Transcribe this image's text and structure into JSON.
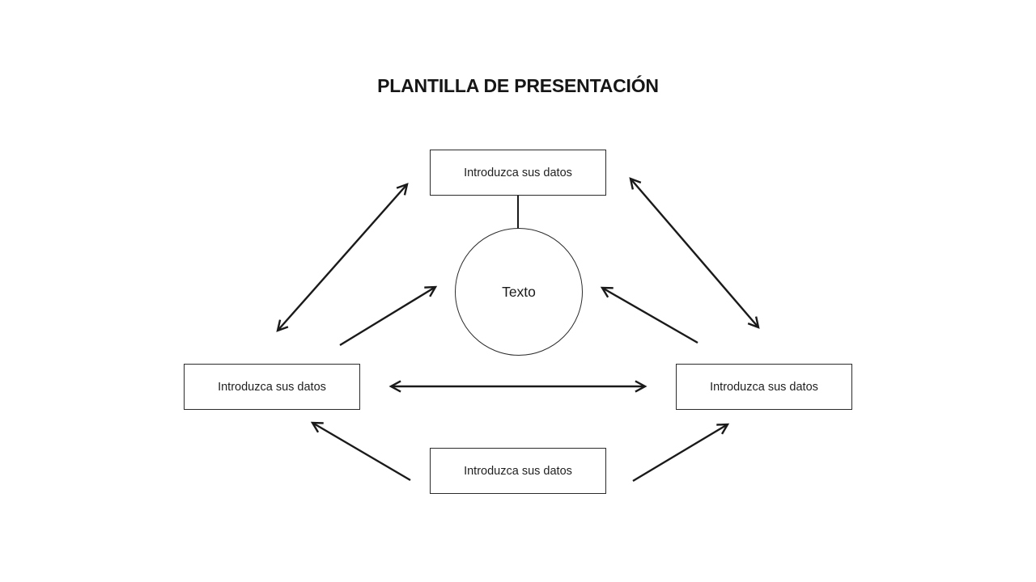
{
  "title": "PLANTILLA DE PRESENTACIÓN",
  "center_circle": {
    "label": "Texto"
  },
  "boxes": {
    "top": {
      "label": "Introduzca sus datos"
    },
    "left": {
      "label": "Introduzca sus datos"
    },
    "right": {
      "label": "Introduzca sus datos"
    },
    "bottom": {
      "label": "Introduzca sus datos"
    }
  },
  "connections": [
    {
      "from": "left-box",
      "to": "top-box",
      "bidirectional": true
    },
    {
      "from": "top-box",
      "to": "right-box",
      "bidirectional": true
    },
    {
      "from": "left-box",
      "to": "right-box",
      "bidirectional": true
    },
    {
      "from": "left-area",
      "to": "center-circle",
      "bidirectional": false
    },
    {
      "from": "right-area",
      "to": "center-circle",
      "bidirectional": false
    },
    {
      "from": "bottom-box",
      "to": "left-box",
      "bidirectional": false
    },
    {
      "from": "bottom-box",
      "to": "right-box",
      "bidirectional": false
    },
    {
      "from": "top-box",
      "to": "center-circle",
      "bidirectional": false,
      "style": "plain-line"
    }
  ],
  "colors": {
    "background": "#ffffff",
    "line": "#1a1a1a",
    "text": "#1f1f1f",
    "box_border": "#2b2b2b"
  }
}
